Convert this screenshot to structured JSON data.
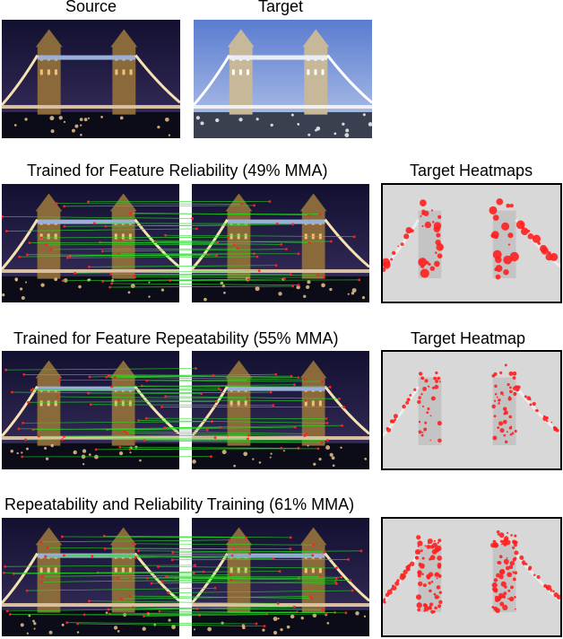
{
  "top": {
    "source_label": "Source",
    "target_label": "Target"
  },
  "rows": [
    {
      "title": "Trained for Feature Reliability (49% MMA)",
      "heatmap_label": "Target Heatmaps",
      "match_color": "#22dd22",
      "keypoint_color": "#ff2020",
      "mma_percent": 49
    },
    {
      "title": "Trained for Feature Repeatability (55% MMA)",
      "heatmap_label": "Target Heatmap",
      "match_color": "#22dd22",
      "keypoint_color": "#ff2020",
      "mma_percent": 55
    },
    {
      "title": "Repeatability and  Reliability Training (61% MMA)",
      "heatmap_label": "",
      "match_color": "#22dd22",
      "keypoint_color": "#ff2020",
      "mma_percent": 61
    }
  ],
  "colors": {
    "night_sky": "#1c1a3a",
    "day_sky": "#6f8fd8",
    "bridge_light": "#f2c27a",
    "heatmap_bg": "#d8d8d8"
  }
}
